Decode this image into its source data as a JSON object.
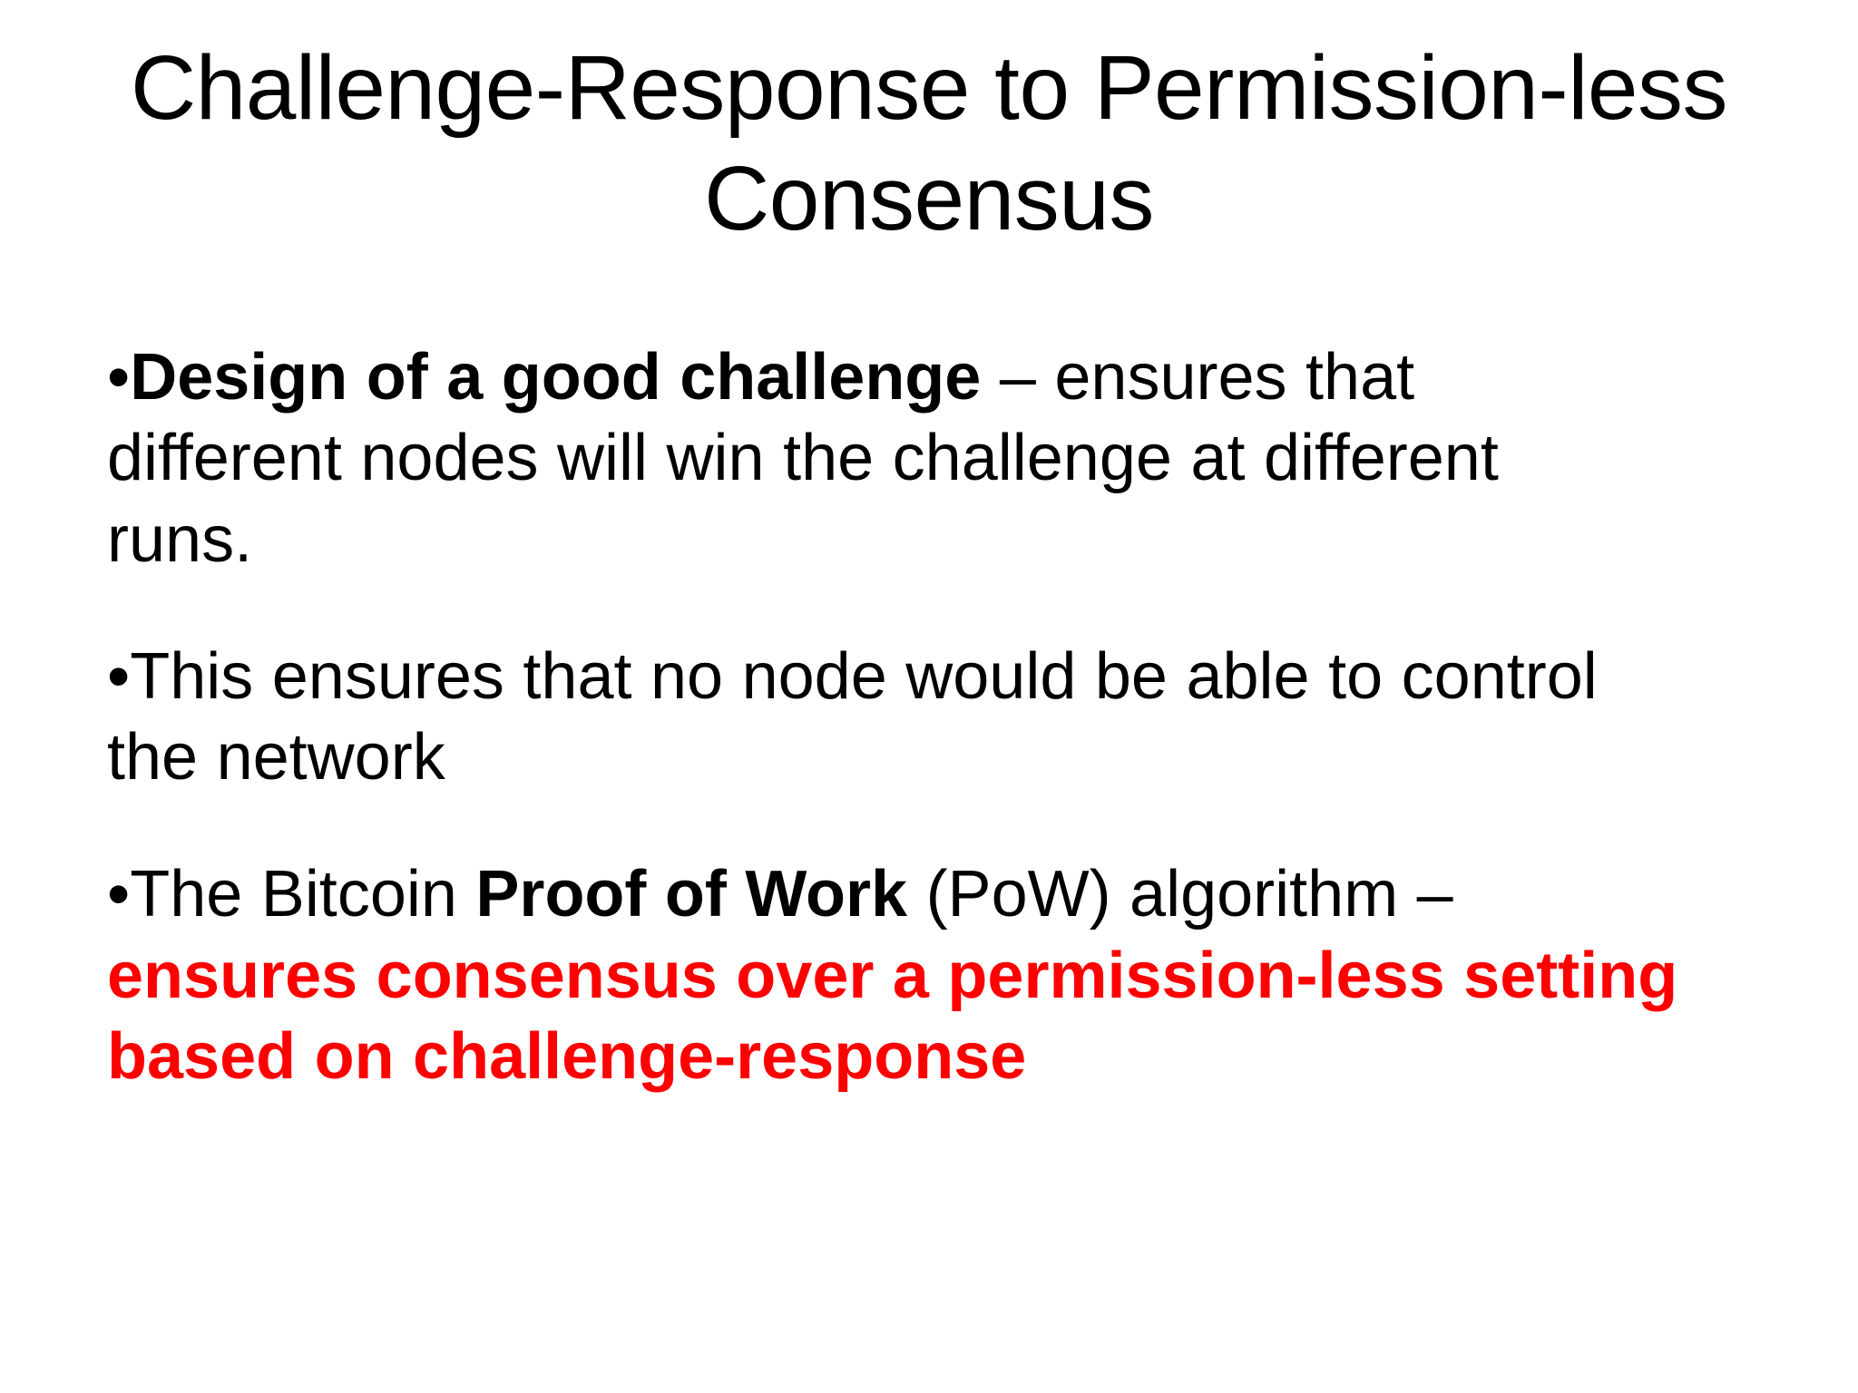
{
  "slide": {
    "background_color": "#FFFFFF",
    "text_color": "#000000",
    "accent_color": "#FF0000",
    "title": "Challenge-Response to Permission-less Consensus",
    "bullet_glyph": "•",
    "bullets": [
      {
        "id": "bullet-1",
        "runs": [
          {
            "text": "Design of a good challenge",
            "bold": true,
            "color": "#000000"
          },
          {
            "text": " – ensures that different nodes will win the challenge at different runs.",
            "bold": false,
            "color": "#000000"
          }
        ],
        "plain": "Design of a good challenge – ensures that different nodes will win the challenge at different runs."
      },
      {
        "id": "bullet-2",
        "runs": [
          {
            "text": "This ensures that no node would be able to control the network",
            "bold": false,
            "color": "#000000"
          }
        ],
        "plain": "This ensures that no node would be able to control the network"
      },
      {
        "id": "bullet-3",
        "runs": [
          {
            "text": "The Bitcoin ",
            "bold": false,
            "color": "#000000"
          },
          {
            "text": "Proof of Work",
            "bold": true,
            "color": "#000000"
          },
          {
            "text": " (PoW) algorithm – ",
            "bold": false,
            "color": "#000000"
          },
          {
            "text": "ensures consensus over a permission-less setting based on challenge-response",
            "bold": true,
            "color": "#FF0000"
          }
        ],
        "plain": "The Bitcoin Proof of Work (PoW) algorithm – ensures consensus over a permission-less setting based on challenge-response"
      }
    ],
    "run_text": {
      "b1_r1": "Design of a good challenge",
      "b1_r2": " – ensures that different nodes will win the challenge at different runs.",
      "b2_r1": "This ensures that no node would be able to control the network",
      "b3_r1": "The Bitcoin ",
      "b3_r2": "Proof of Work",
      "b3_r3": " (PoW) algorithm – ",
      "b3_r4": "ensures consensus over a permission-less setting based on challenge-response"
    }
  }
}
